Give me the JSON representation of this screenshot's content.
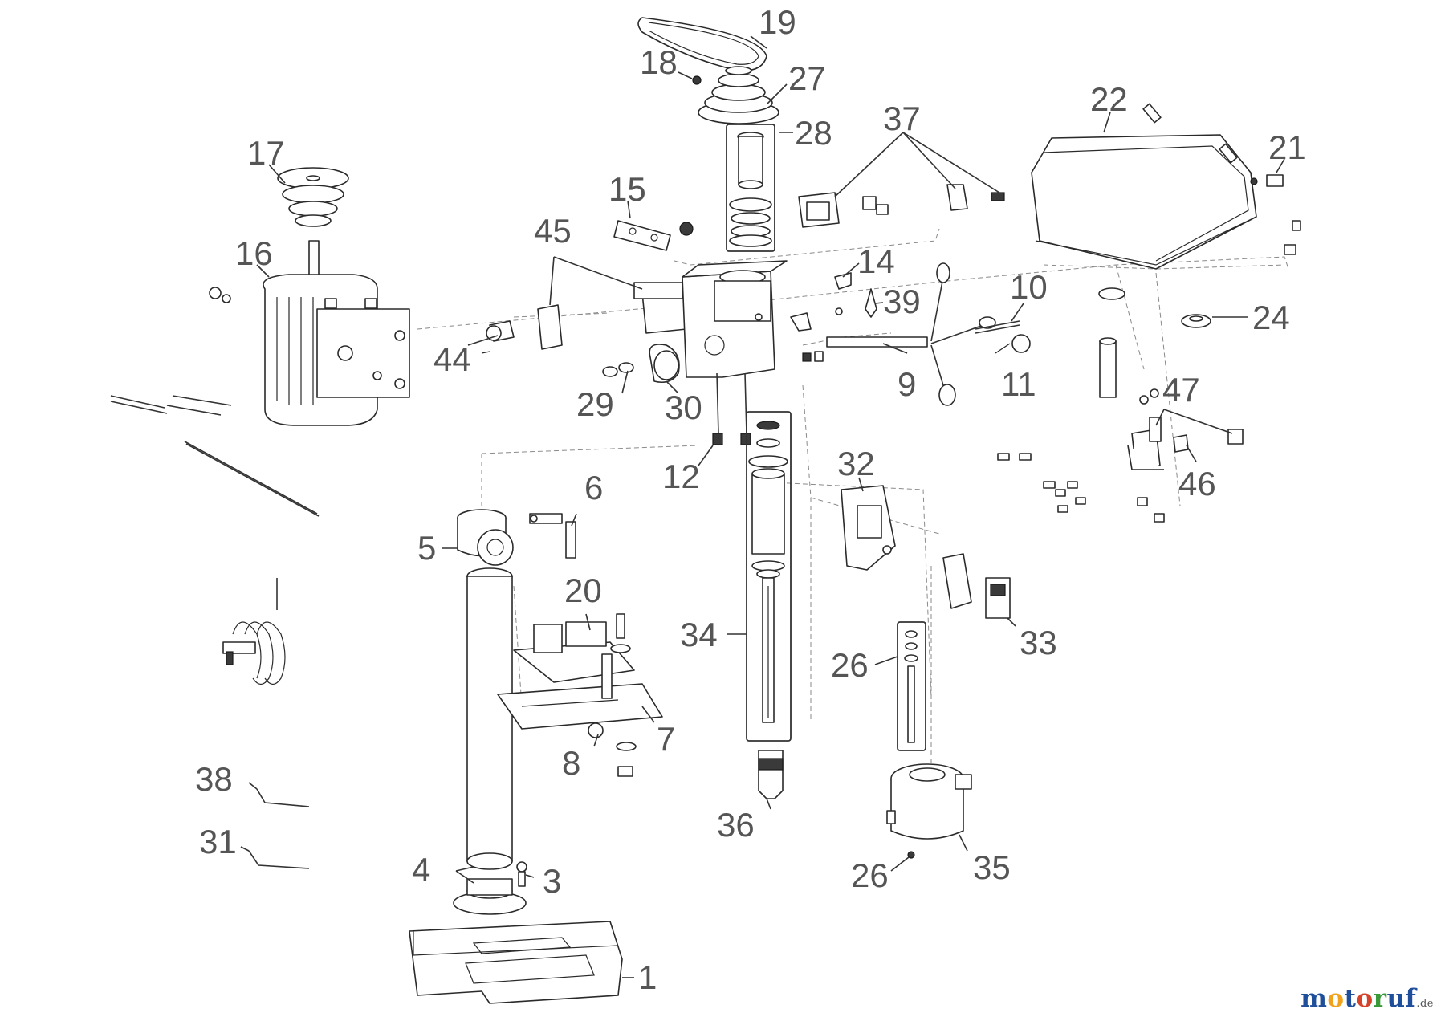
{
  "diagram": {
    "callouts": [
      "19",
      "18",
      "27",
      "28",
      "37",
      "22",
      "21",
      "17",
      "15",
      "45",
      "16",
      "14",
      "39",
      "10",
      "24",
      "44",
      "9",
      "11",
      "47",
      "29",
      "30",
      "12",
      "46",
      "6",
      "32",
      "5",
      "20",
      "34",
      "33",
      "26",
      "7",
      "8",
      "38",
      "36",
      "31",
      "4",
      "3",
      "35",
      "26",
      "1"
    ]
  },
  "watermark": {
    "parts": [
      "m",
      "o",
      "t",
      "o",
      "r",
      "uf"
    ],
    "suffix": ".de"
  }
}
